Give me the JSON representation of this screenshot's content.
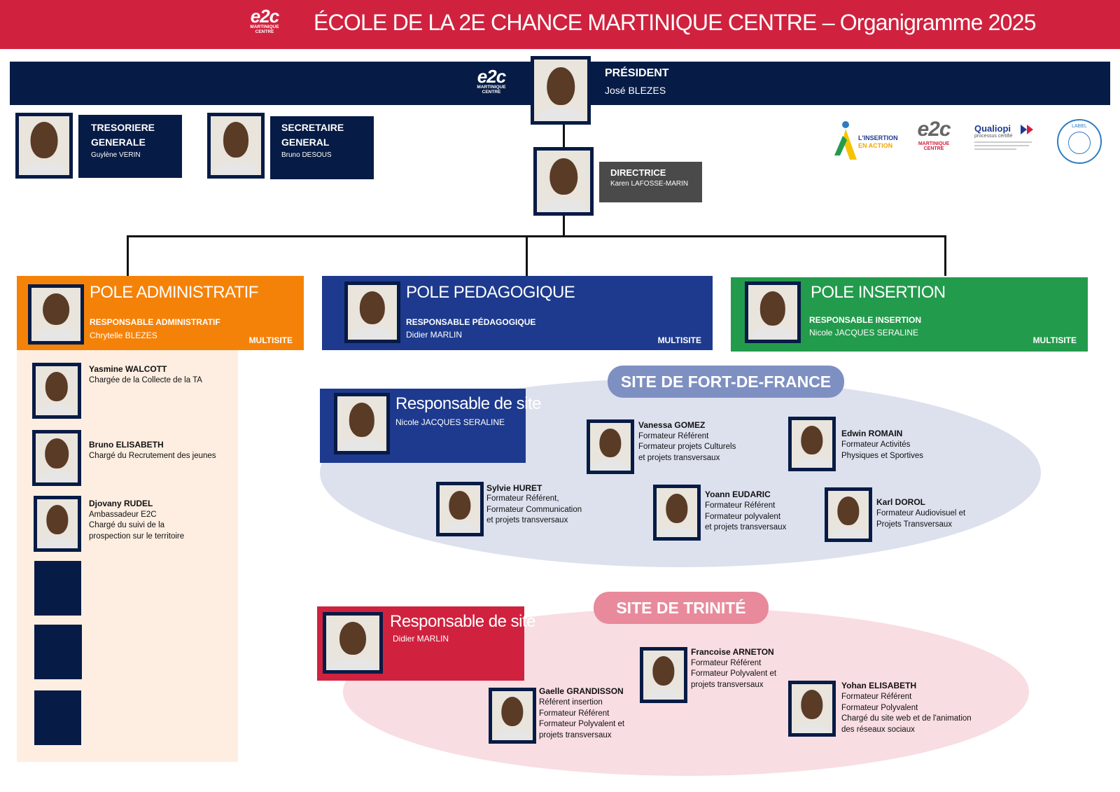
{
  "header": {
    "title": "ÉCOLE DE LA 2E CHANCE MARTINIQUE CENTRE – Organigramme 2025",
    "logo_mark": "e2c",
    "logo_sub": "MARTINIQUE CENTRE"
  },
  "president": {
    "role": "PRÉSIDENT",
    "name": "José BLEZES"
  },
  "treasurer": {
    "role_line1": "TRESORIERE",
    "role_line2": "GENERALE",
    "name": "Guylène VERIN"
  },
  "secretary": {
    "role_line1": "SECRETAIRE",
    "role_line2": "GENERAL",
    "name": "Bruno DESOUS"
  },
  "director": {
    "role": "DIRECTRICE",
    "name": "Karen LAFOSSE-MARIN"
  },
  "certifications": {
    "insertion_line1": "L'INSERTION",
    "insertion_line2": "EN ACTION",
    "e2c_mark": "e2c",
    "e2c_sub": "MARTINIQUE CENTRE",
    "qualiopi_title": "Qualiopi",
    "qualiopi_sub": "processus certifié",
    "label_text": "LABEL"
  },
  "poles": {
    "admin": {
      "title": "POLE ADMINISTRATIF",
      "role": "RESPONSABLE ADMINISTRATIF",
      "name": "Chrytelle BLEZES",
      "tag": "MULTISITE"
    },
    "peda": {
      "title": "POLE PEDAGOGIQUE",
      "role": "RESPONSABLE PÉDAGOGIQUE",
      "name": "Didier MARLIN",
      "tag": "MULTISITE"
    },
    "insertion": {
      "title": "POLE INSERTION",
      "role": "RESPONSABLE INSERTION",
      "name": "Nicole JACQUES SERALINE",
      "tag": "MULTISITE"
    }
  },
  "admin_members": [
    {
      "name": "Yasmine WALCOTT",
      "lines": [
        "Chargée de la Collecte de la TA"
      ]
    },
    {
      "name": "Bruno ELISABETH",
      "lines": [
        "Chargé du Recrutement des jeunes"
      ]
    },
    {
      "name": "Djovany RUDEL",
      "lines": [
        "Ambassadeur E2C",
        "Chargé du suivi de la",
        "prospection sur le territoire"
      ]
    }
  ],
  "site_fdf": {
    "label": "SITE DE FORT-DE-FRANCE",
    "resp_title": "Responsable de site",
    "resp_name": "Nicole JACQUES SERALINE",
    "members": [
      {
        "name": "Vanessa GOMEZ",
        "lines": [
          "Formateur Référent",
          "Formateur projets Culturels",
          "et projets transversaux"
        ]
      },
      {
        "name": "Edwin ROMAIN",
        "lines": [
          "Formateur Activités",
          "Physiques et Sportives"
        ]
      },
      {
        "name": "Sylvie HURET",
        "lines": [
          "Formateur Référent,",
          "Formateur Communication",
          "et projets transversaux"
        ]
      },
      {
        "name": "Yoann EUDARIC",
        "lines": [
          "Formateur Référent",
          "Formateur polyvalent",
          "et projets transversaux"
        ]
      },
      {
        "name": "Karl DOROL",
        "lines": [
          "Formateur Audiovisuel et",
          "Projets Transversaux"
        ]
      }
    ]
  },
  "site_trinite": {
    "label": "SITE DE TRINITÉ",
    "resp_title": "Responsable de site",
    "resp_name": "Didier MARLIN",
    "members": [
      {
        "name": "Francoise ARNETON",
        "lines": [
          "Formateur Référent",
          "Formateur Polyvalent et",
          "projets transversaux"
        ]
      },
      {
        "name": "Gaelle GRANDISSON",
        "lines": [
          "Référent insertion",
          "Formateur Référent",
          "Formateur Polyvalent et",
          "projets transversaux"
        ]
      },
      {
        "name": "Yohan ELISABETH",
        "lines": [
          "Formateur Référent",
          "Formateur Polyvalent",
          "Chargé du site web et de l'animation",
          "des réseaux sociaux"
        ]
      }
    ]
  },
  "colors": {
    "red": "#d0223f",
    "navy": "#061b45",
    "orange": "#f58208",
    "blue": "#1e3a8e",
    "green": "#239b4c"
  }
}
